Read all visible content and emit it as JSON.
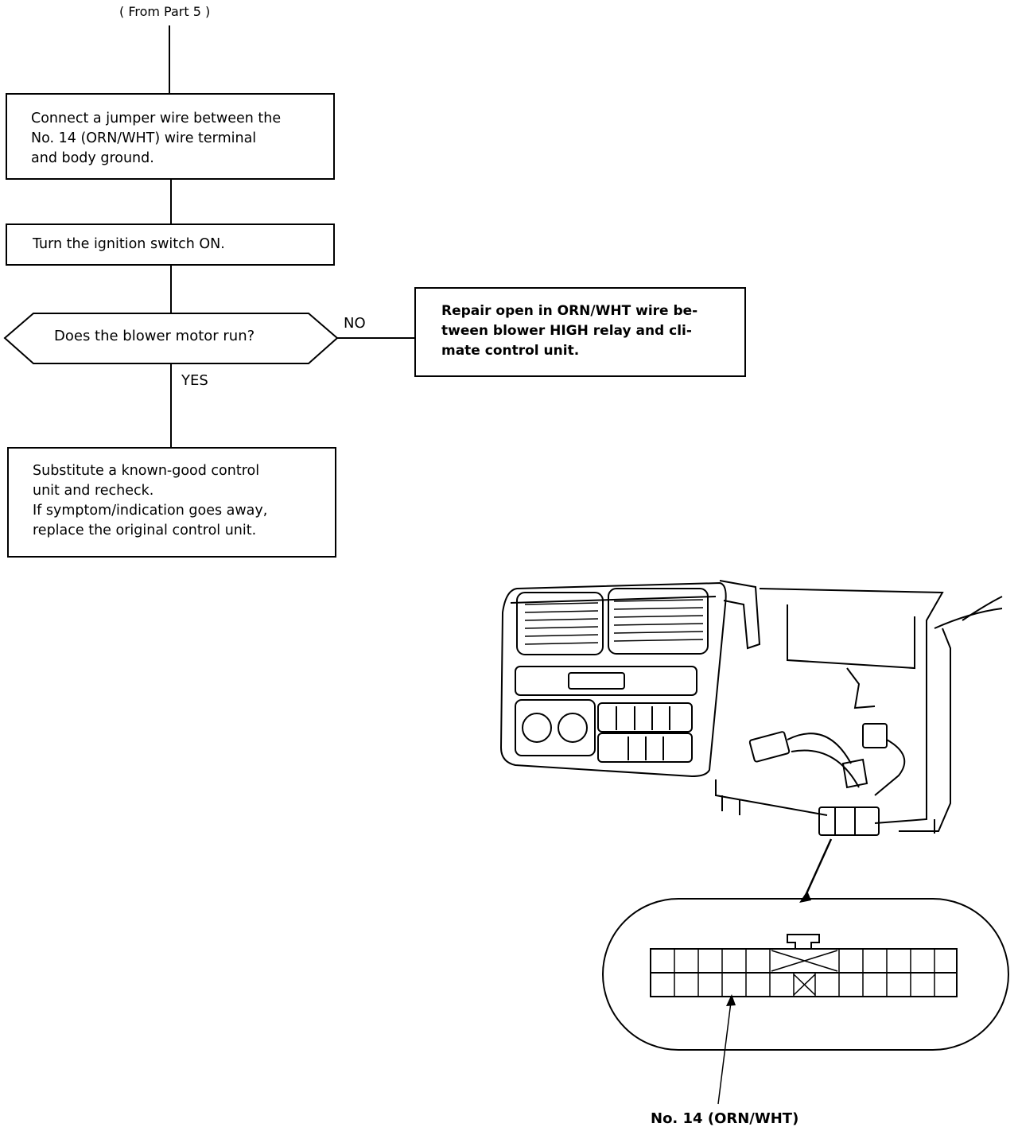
{
  "flowchart": {
    "from_label": "( From Part 5 )",
    "step1": "Connect a jumper wire between the\nNo. 14 (ORN/WHT) wire terminal\nand body ground.",
    "step2": "Turn the ignition switch ON.",
    "decision": "Does the blower motor run?",
    "no_label": "NO",
    "yes_label": "YES",
    "no_result": "Repair open in ORN/WHT wire be-\ntween blower HIGH relay and cli-\nmate control unit.",
    "yes_result": "Substitute a known-good control\nunit and recheck.\nIf symptom/indication goes away,\nreplace the original control unit."
  },
  "illustration": {
    "callout_label": "No. 14 (ORN/WHT)"
  }
}
